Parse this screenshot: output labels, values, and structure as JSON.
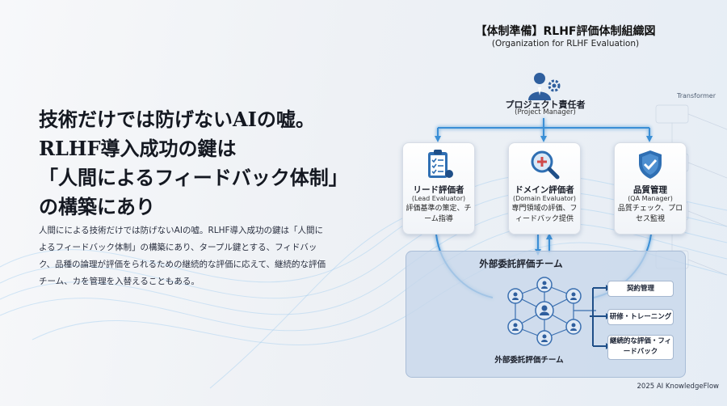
{
  "left": {
    "headline": [
      "技術だけでは防げないAIの嘘。",
      "RLHF導入成功の鍵は",
      "「人間によるフィードバック体制」",
      "の構築にあり"
    ],
    "body": "人間にによる技術だけでは防げないAIの嘘。RLHF導入成功の鍵は「人間によるフィードバック体制」の構築にあり、タープル鍵とする、フィドバック、品種の論理が評価をられるための継続的な評価に応えて、継続的な評価チーム、カを管理を入替えることもある。"
  },
  "diagram": {
    "title": "【体制準備】RLHF評価体制組織図",
    "subtitle": "(Organization for RLHF Evaluation)",
    "manager": {
      "label": "プロジェクト責任者",
      "sub": "(Project Manager)",
      "icon": "manager-gear-icon"
    },
    "roles": [
      {
        "name": "リード評価者",
        "sub": "(Lead Evaluator)",
        "desc": "評価基準の策定、チーム指導",
        "icon": "clipboard-checklist-icon"
      },
      {
        "name": "ドメイン評価者",
        "sub": "(Domain Evaluator)",
        "desc": "専門領域の評価、フィードバック提供",
        "icon": "magnifier-plus-icon"
      },
      {
        "name": "品質管理",
        "sub": "(QA Manager)",
        "desc": "品質チェック、プロセス監視",
        "icon": "shield-check-icon"
      }
    ],
    "external": {
      "title": "外部委託評価チーム",
      "bottom_label": "外部委託評価チーム",
      "tasks": [
        "契約管理",
        "研修・トレーニング",
        "継続的な評価・フィードバック"
      ]
    },
    "background_label": "Transformer"
  },
  "footer": {
    "copyright": "2025 AI KnowledgeFlow"
  },
  "colors": {
    "accent": "#2f6fb3",
    "glow": "#6ec3f5",
    "panel": "#c6d6ea"
  }
}
